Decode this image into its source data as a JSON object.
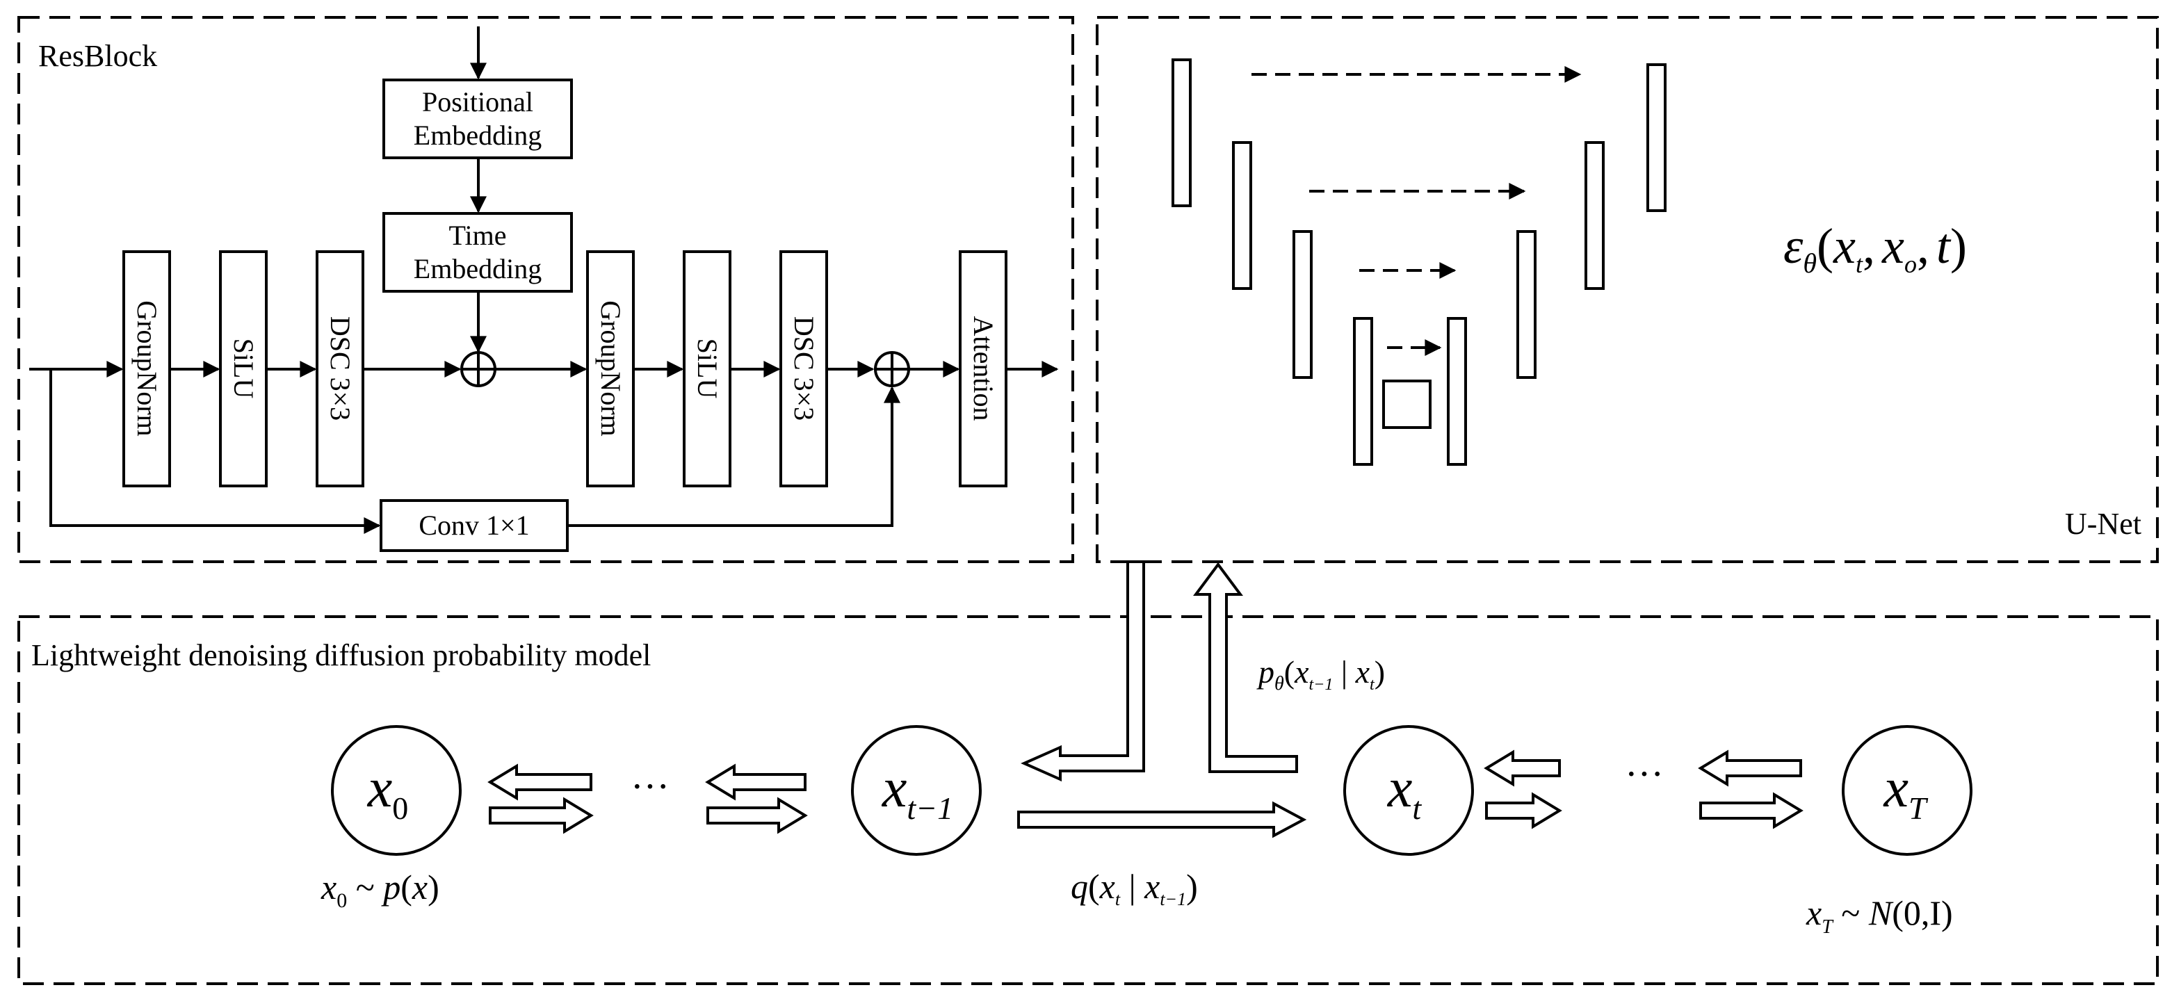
{
  "resblock": {
    "title": "ResBlock",
    "positional_embedding": [
      "Positional",
      "Embedding"
    ],
    "time_embedding": [
      "Time",
      "Embedding"
    ],
    "blocks": [
      "GroupNorm",
      "SiLU",
      "DSC 3×3",
      "GroupNorm",
      "SiLU",
      "DSC 3×3"
    ],
    "attention": "Attention",
    "conv": "Conv 1×1"
  },
  "unet": {
    "title": "U-Net",
    "formula": {
      "eps": "ε",
      "theta": "θ",
      "open": "(",
      "x": "x",
      "t_sub": "t",
      "comma1": ",",
      "o_sub": "o",
      "comma2": ",",
      "t": "t",
      "close": ")"
    }
  },
  "ddpm": {
    "title": "Lightweight denoising diffusion probability model",
    "ellipsis": "···",
    "nodes": {
      "x0": {
        "base": "x",
        "sub": "0"
      },
      "xt_minus_1": {
        "base": "x",
        "sub": "t−1"
      },
      "xt": {
        "base": "x",
        "sub": "t"
      },
      "xT": {
        "base": "x",
        "sub": "T"
      }
    },
    "label_x0": {
      "x": "x",
      "sub": "0",
      "rest": " ~ ",
      "p": "p",
      "paren": "(",
      "px": "x",
      "close": ")"
    },
    "label_xT": {
      "x": "x",
      "sub": "T",
      "rest": " ~ ",
      "N": "N",
      "args": "(0,I)"
    },
    "label_q": {
      "q": "q",
      "open": "(",
      "x1": "x",
      "sub1": "t",
      "bar": " | ",
      "x2": "x",
      "sub2": "t−1",
      "close": ")"
    },
    "label_p": {
      "p": "p",
      "theta": "θ",
      "open": "(",
      "x1": "x",
      "sub1": "t−1",
      "bar": " | ",
      "x2": "x",
      "sub2": "t",
      "close": ")"
    }
  }
}
